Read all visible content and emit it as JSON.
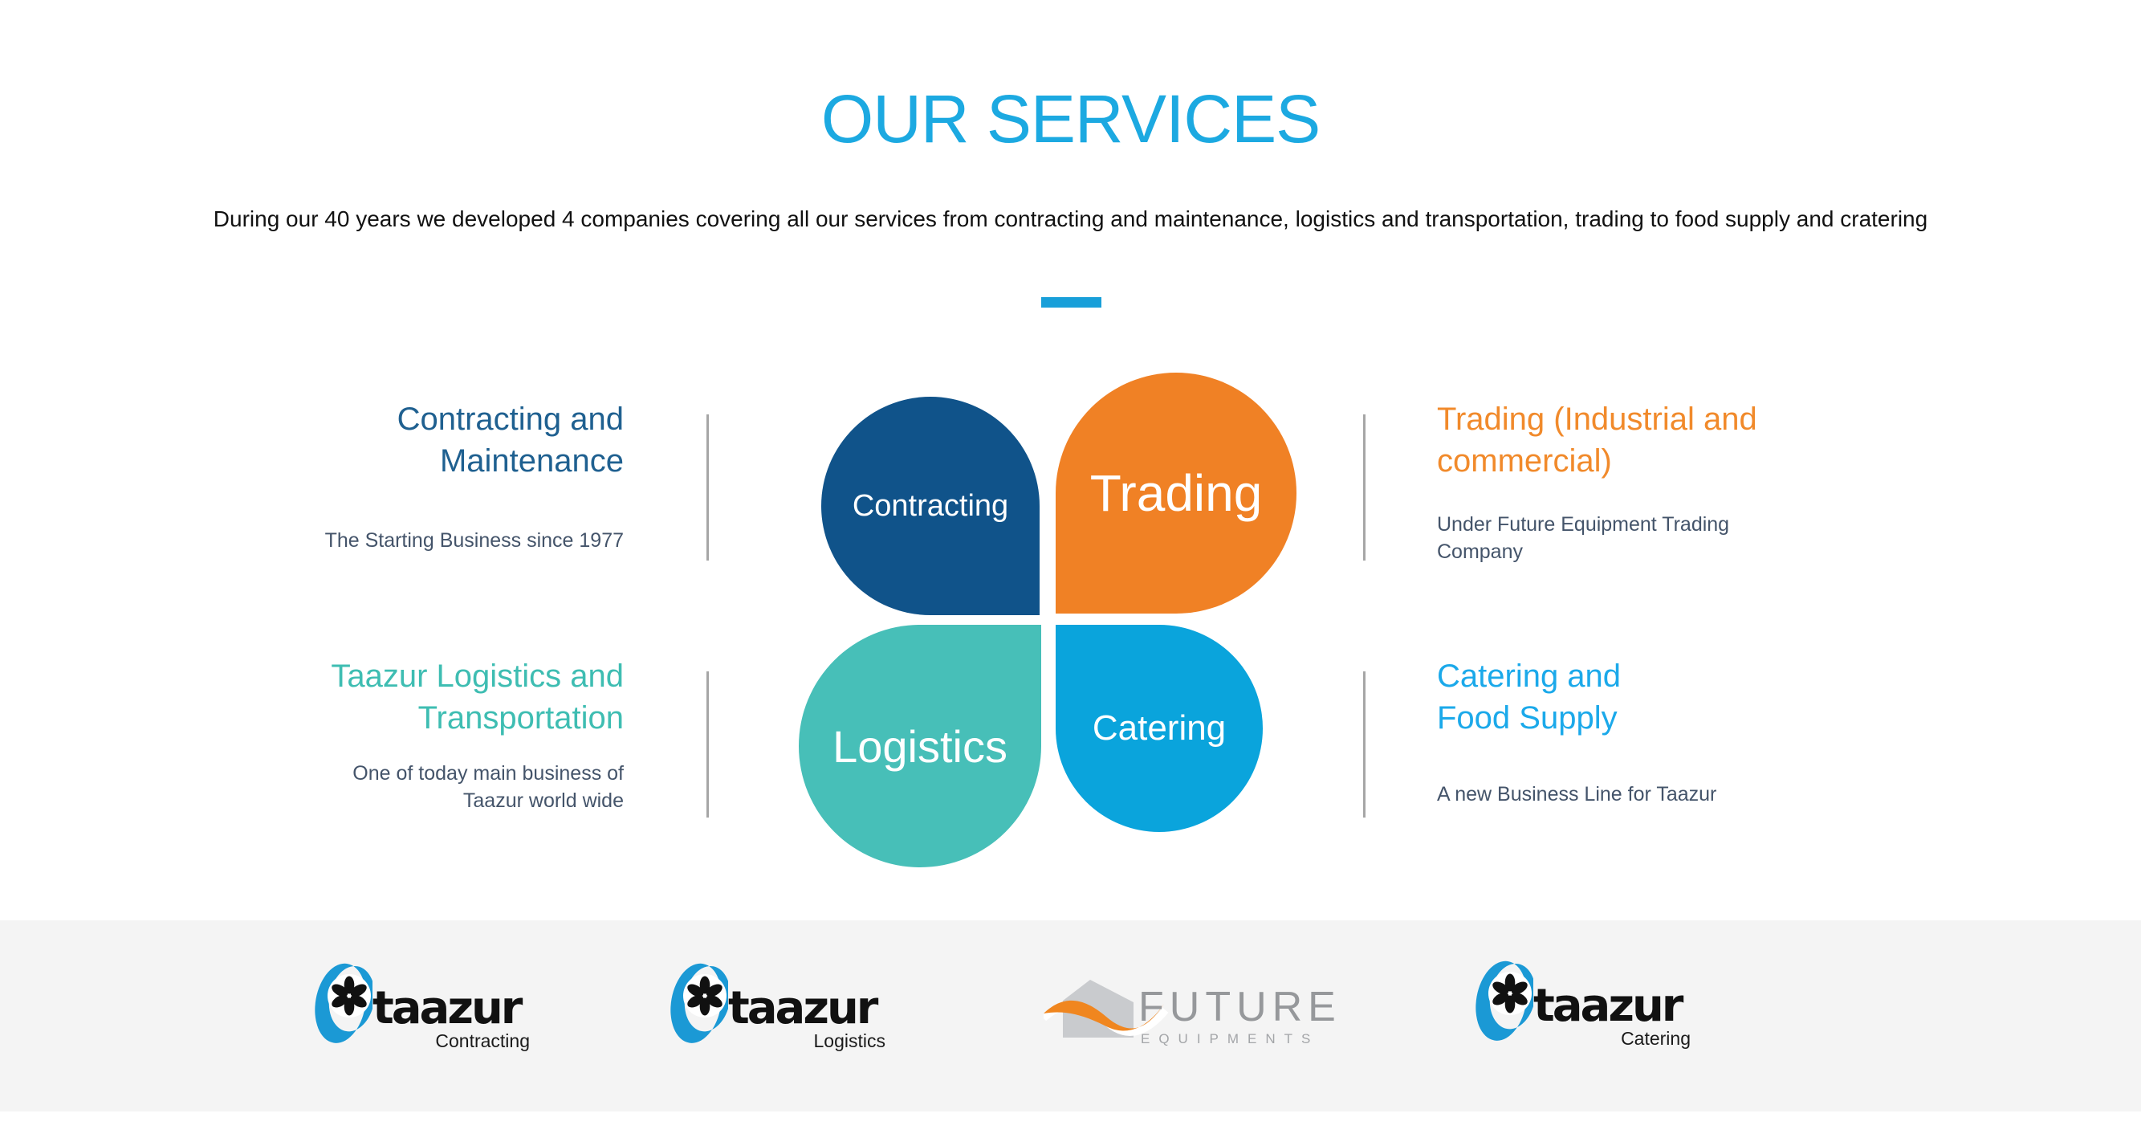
{
  "page": {
    "title": "OUR SERVICES",
    "subtitle": "During our 40 years we developed 4 companies covering all our services from contracting and maintenance, logistics and transportation, trading to food supply and cratering"
  },
  "colors": {
    "title": "#1CA9E1",
    "accent_bar": "#189FD9",
    "petal_contracting": "#10538A",
    "petal_trading": "#F08125",
    "petal_logistics": "#47BFB8",
    "petal_catering": "#0AA4DC",
    "heading_contracting": "#1F6090",
    "heading_logistics": "#3EBDB2",
    "heading_trading": "#F18A2B",
    "heading_catering": "#1BA9EA",
    "subtext": "#44546A",
    "divider": "#A6A6A6",
    "footer_bg": "#F4F4F4",
    "taazur_blue": "#1B99D5",
    "future_gray": "#C9CBCE",
    "future_orange": "#F0861F"
  },
  "diagram": {
    "petals": [
      {
        "label": "Contracting"
      },
      {
        "label": "Trading"
      },
      {
        "label": "Logistics"
      },
      {
        "label": "Catering"
      }
    ]
  },
  "side_blocks": [
    {
      "heading_lines": [
        "Contracting and",
        "Maintenance"
      ],
      "sub_lines": [
        "The Starting Business since 1977"
      ]
    },
    {
      "heading_lines": [
        "Taazur Logistics and",
        "Transportation"
      ],
      "sub_lines": [
        "One of today main business of",
        "Taazur world wide"
      ]
    },
    {
      "heading_lines": [
        "Trading (Industrial and",
        "commercial)"
      ],
      "sub_lines": [
        "Under Future Equipment Trading",
        "Company"
      ]
    },
    {
      "heading_lines": [
        "Catering and",
        "Food Supply"
      ],
      "sub_lines": [
        "A new Business Line for Taazur"
      ]
    }
  ],
  "footer": {
    "logos": [
      {
        "brand": "taazur",
        "division": "Contracting"
      },
      {
        "brand": "taazur",
        "division": "Logistics"
      },
      {
        "brand": "FUTURE",
        "division": "EQUIPMENTS"
      },
      {
        "brand": "taazur",
        "division": "Catering"
      }
    ]
  }
}
